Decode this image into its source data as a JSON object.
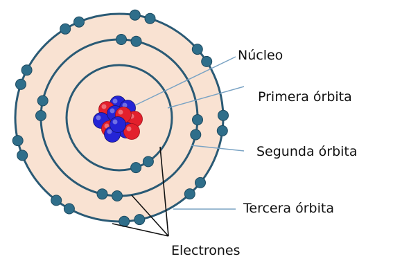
{
  "labels": {
    "nucleus": "Núcleo",
    "first_orbit": "Primera órbita",
    "second_orbit": "Segunda órbita",
    "third_orbit": "Tercera órbita",
    "electrons": "Electrones"
  },
  "colors": {
    "atom_fill": "#f9e2d2",
    "orbit_stroke": "#2a5a75",
    "electron": "#2f6e8a",
    "proton": "#e3202c",
    "neutron": "#2424d6",
    "leader_line": "#7aa3c4",
    "pointer_line": "#111111"
  },
  "counts": {
    "first_orbit_electrons": 2,
    "second_orbit_electrons": 8,
    "third_orbit_electrons": 18
  }
}
